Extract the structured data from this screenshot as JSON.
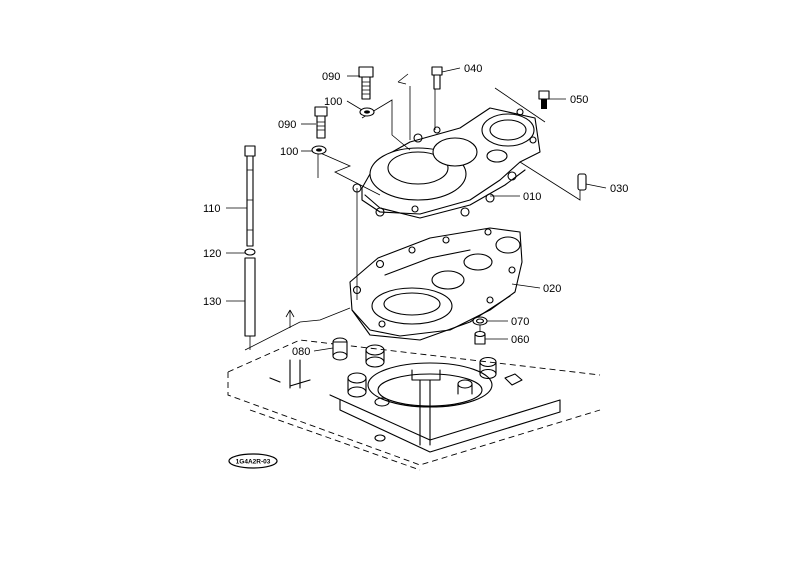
{
  "diagram": {
    "parts": [
      {
        "id": "p010",
        "label": "010"
      },
      {
        "id": "p020",
        "label": "020"
      },
      {
        "id": "p030",
        "label": "030"
      },
      {
        "id": "p040",
        "label": "040"
      },
      {
        "id": "p050",
        "label": "050"
      },
      {
        "id": "p060",
        "label": "060"
      },
      {
        "id": "p070",
        "label": "070"
      },
      {
        "id": "p080",
        "label": "080"
      },
      {
        "id": "p090a",
        "label": "090"
      },
      {
        "id": "p090b",
        "label": "090"
      },
      {
        "id": "p100a",
        "label": "100"
      },
      {
        "id": "p100b",
        "label": "100"
      },
      {
        "id": "p110",
        "label": "110"
      },
      {
        "id": "p120",
        "label": "120"
      },
      {
        "id": "p130",
        "label": "130"
      }
    ],
    "stamp": "1G4A2R-03"
  }
}
